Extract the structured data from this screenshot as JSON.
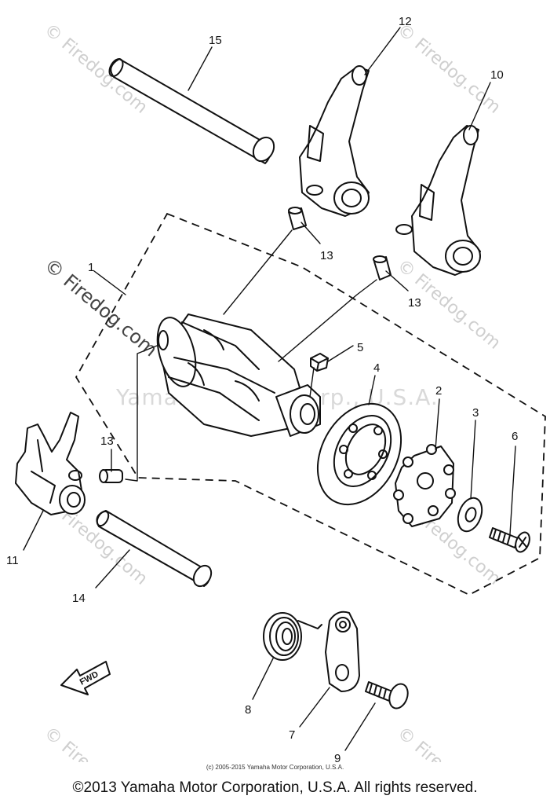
{
  "watermark": {
    "site": "© Firedog.com",
    "center": "Yamaha Motor Corp., U.S.A."
  },
  "labels": {
    "l1": "1",
    "l2": "2",
    "l3": "3",
    "l4": "4",
    "l5": "5",
    "l6": "6",
    "l7": "7",
    "l8": "8",
    "l9": "9",
    "l10": "10",
    "l11": "11",
    "l12": "12",
    "l13a": "13",
    "l13b": "13",
    "l13c": "13",
    "l14": "14",
    "l15": "15"
  },
  "fwd_label": "FWD",
  "small_copyright": "(c) 2005-2015 Yamaha Motor Corporation, U.S.A.",
  "footer": "©2013 Yamaha Motor Corporation, U.S.A. All rights reserved."
}
